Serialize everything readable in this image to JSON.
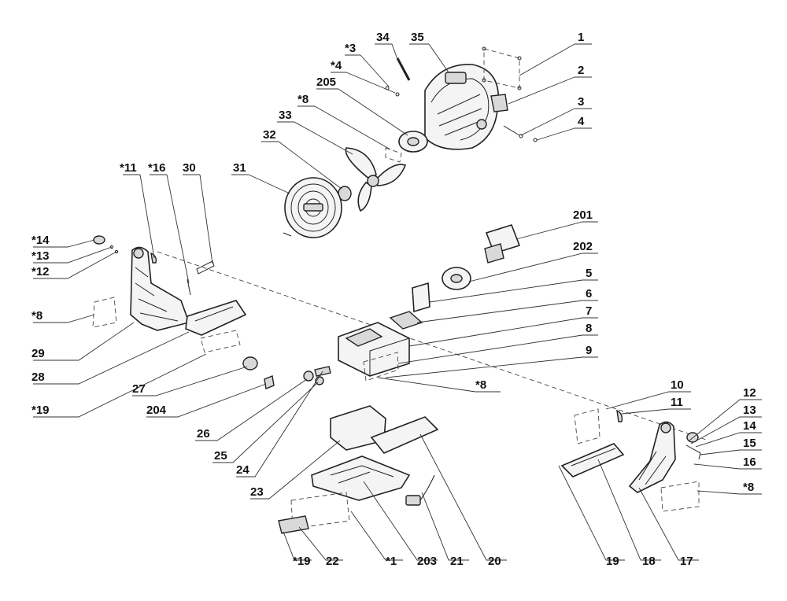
{
  "labels": {
    "l1": "1",
    "l2": "2",
    "l3": "3",
    "l4": "4",
    "l34": "34",
    "l35": "35",
    "s3": "*3",
    "s4": "*4",
    "l205": "205",
    "s8a": "*8",
    "l33": "33",
    "l32": "32",
    "l31": "31",
    "s11": "*11",
    "s16": "*16",
    "l30": "30",
    "s14": "*14",
    "s13": "*13",
    "s12": "*12",
    "s8b": "*8",
    "l29": "29",
    "l28": "28",
    "s19a": "*19",
    "l27": "27",
    "l204": "204",
    "l26": "26",
    "l25": "25",
    "l24": "24",
    "l23": "23",
    "l201": "201",
    "l202": "202",
    "l5": "5",
    "l6": "6",
    "l7": "7",
    "l8": "8",
    "l9": "9",
    "s8c": "*8",
    "l10": "10",
    "l11": "11",
    "l12": "12",
    "l13": "13",
    "l14": "14",
    "l15": "15",
    "l16": "16",
    "s8d": "*8",
    "s19b": "*19",
    "l22": "22",
    "s1": "*1",
    "l203": "203",
    "l21": "21",
    "l20": "20",
    "l19": "19",
    "l18": "18",
    "l17": "17"
  }
}
